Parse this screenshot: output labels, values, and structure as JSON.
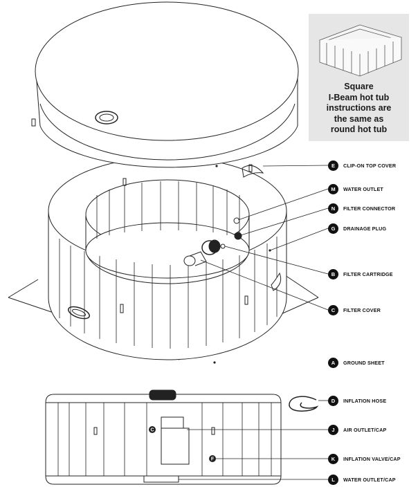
{
  "note": {
    "lines": [
      "Square",
      "I-Beam hot tub",
      "instructions are",
      "the same as",
      "round hot tub"
    ]
  },
  "callouts": [
    {
      "letter": "E",
      "label": "CLIP-ON TOP COVER"
    },
    {
      "letter": "M",
      "label": "WATER OUTLET"
    },
    {
      "letter": "N",
      "label": "FILTER CONNECTOR"
    },
    {
      "letter": "G",
      "label": "DRAINAGE PLUG"
    },
    {
      "letter": "B",
      "label": "FILTER CARTRIDGE"
    },
    {
      "letter": "C",
      "label": "FILTER COVER"
    },
    {
      "letter": "A",
      "label": "GROUND SHEET"
    },
    {
      "letter": "D",
      "label": "INFLATION HOSE"
    },
    {
      "letter": "J",
      "label": "AIR OUTLET/CAP"
    },
    {
      "letter": "K",
      "label": "INFLATION VALVE/CAP"
    },
    {
      "letter": "L",
      "label": "WATER OUTLET/CAP"
    }
  ],
  "side_markers": [
    "C",
    "F"
  ],
  "colors": {
    "line": "#222222",
    "note_bg": "#e6e6e6",
    "badge": "#111111"
  }
}
